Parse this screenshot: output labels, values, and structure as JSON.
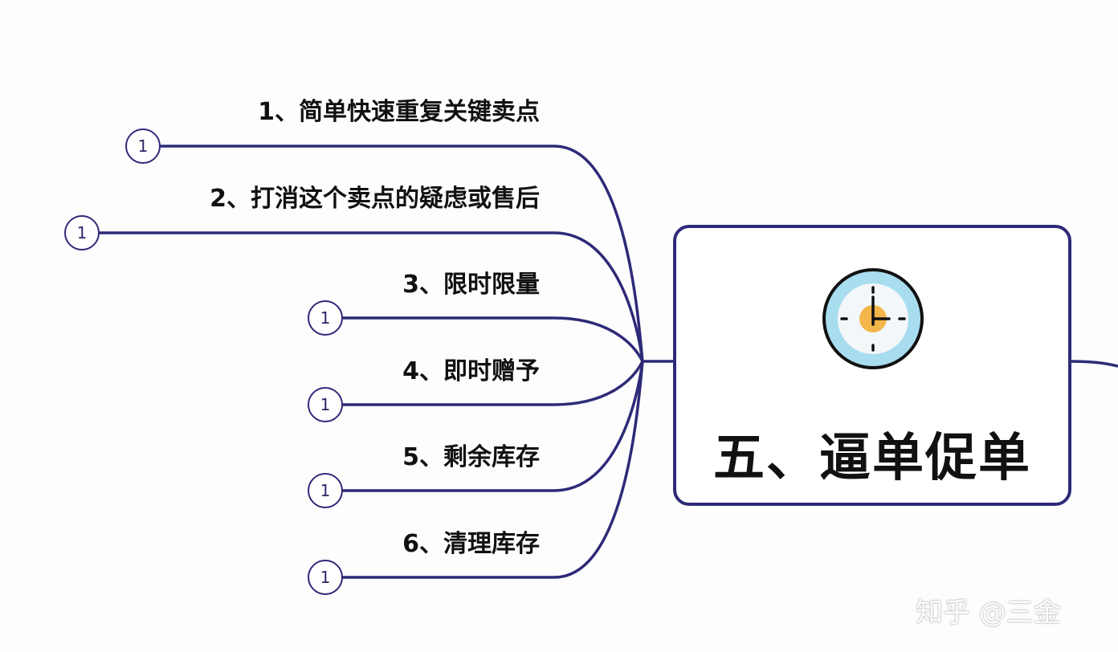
{
  "root": {
    "title": "五、逼单促单",
    "icon": "clock-icon"
  },
  "branches": [
    {
      "label": "1、简单快速重复关键卖点",
      "badge": "1"
    },
    {
      "label": "2、打消这个卖点的疑虑或售后",
      "badge": "1"
    },
    {
      "label": "3、限时限量",
      "badge": "1"
    },
    {
      "label": "4、即时赠予",
      "badge": "1"
    },
    {
      "label": "5、剩余库存",
      "badge": "1"
    },
    {
      "label": "6、清理库存",
      "badge": "1"
    }
  ],
  "watermark": "知乎 @三金",
  "colors": {
    "line": "#2e2a78",
    "clock_ring": "#a8dcef",
    "clock_center": "#f2b64a"
  }
}
